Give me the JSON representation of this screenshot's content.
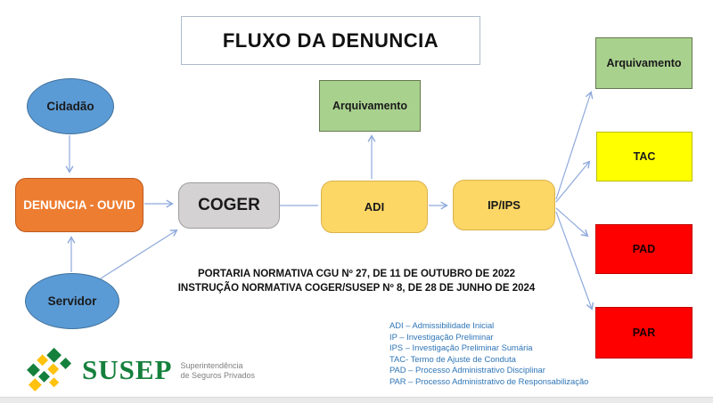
{
  "title": "FLUXO DA DENUNCIA",
  "nodes": {
    "cidadao": {
      "label": "Cidadão"
    },
    "servidor": {
      "label": "Servidor"
    },
    "denuncia_ouvid": {
      "label": "DENUNCIA - OUVID"
    },
    "coger": {
      "label": "COGER"
    },
    "adi": {
      "label": "ADI"
    },
    "arquivamento_adi": {
      "label": "Arquivamento"
    },
    "ip_ips": {
      "label": "IP/IPS"
    },
    "arquivamento_final": {
      "label": "Arquivamento"
    },
    "tac": {
      "label": "TAC"
    },
    "pad": {
      "label": "PAD"
    },
    "par": {
      "label": "PAR"
    }
  },
  "normativa": {
    "line1": "PORTARIA NORMATIVA CGU Nº 27, DE 11 DE OUTUBRO DE 2022",
    "line2": "INSTRUÇÃO NORMATIVA COGER/SUSEP Nº 8, DE 28 DE JUNHO DE 2024"
  },
  "legend": {
    "items": [
      "ADI – Admissibilidade Inicial",
      "IP – Investigação Preliminar",
      "IPS – Investigação Preliminar Sumária",
      "TAC- Termo de Ajuste de Conduta",
      "PAD – Processo Administrativo Disciplinar",
      "PAR – Processo Administrativo de Responsabilização"
    ]
  },
  "logo": {
    "name": "SUSEP",
    "subtitle_line1": "Superintendência",
    "subtitle_line2": "de Seguros Privados"
  },
  "colors": {
    "ellipse_blue": "#5b9bd5",
    "orange": "#ed7d31",
    "gray": "#d4d2d2",
    "gold": "#fdd765",
    "green": "#a9d18e",
    "yellow": "#ffff00",
    "red": "#fe0000",
    "arrow_blue": "#8faadc",
    "legend_blue": "#2e75b6",
    "susep_green": "#15803c",
    "susep_yellow": "#ffc20e"
  }
}
